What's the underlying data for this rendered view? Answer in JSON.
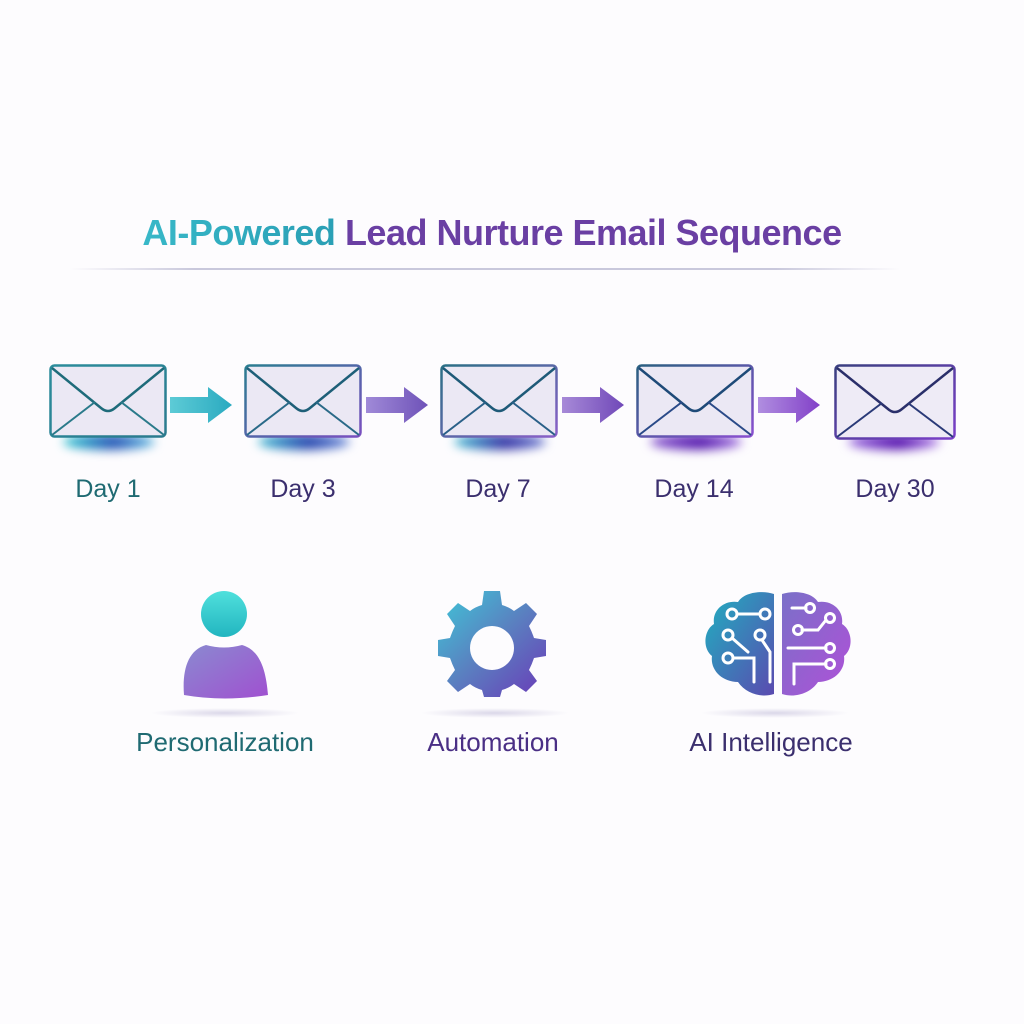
{
  "title": {
    "part1": "AI-Powered",
    "part2": " Lead Nurture Email Sequence",
    "color_part1": "#2aa9bb",
    "color_part2": "#6a3fa3"
  },
  "sequence": {
    "steps": [
      {
        "label": "Day 1",
        "icon": "envelope-icon",
        "label_color": "#1f6a72"
      },
      {
        "label": "Day 3",
        "icon": "envelope-icon",
        "label_color": "#3b2f6e"
      },
      {
        "label": "Day 7",
        "icon": "envelope-icon",
        "label_color": "#3b2f6e"
      },
      {
        "label": "Day 14",
        "icon": "envelope-icon",
        "label_color": "#3b2f6e"
      },
      {
        "label": "Day 30",
        "icon": "envelope-icon",
        "label_color": "#3b2f6e"
      }
    ],
    "connector_icon": "arrow-right-icon"
  },
  "features": [
    {
      "label": "Personalization",
      "icon": "user-icon"
    },
    {
      "label": "Automation",
      "icon": "gear-icon"
    },
    {
      "label": "AI Intelligence",
      "icon": "brain-circuit-icon"
    }
  ],
  "colors": {
    "teal": "#37c3cd",
    "purple": "#8a4fd0",
    "deep_purple": "#5a2fa0",
    "envelope_fill": "#ebe8f4"
  }
}
